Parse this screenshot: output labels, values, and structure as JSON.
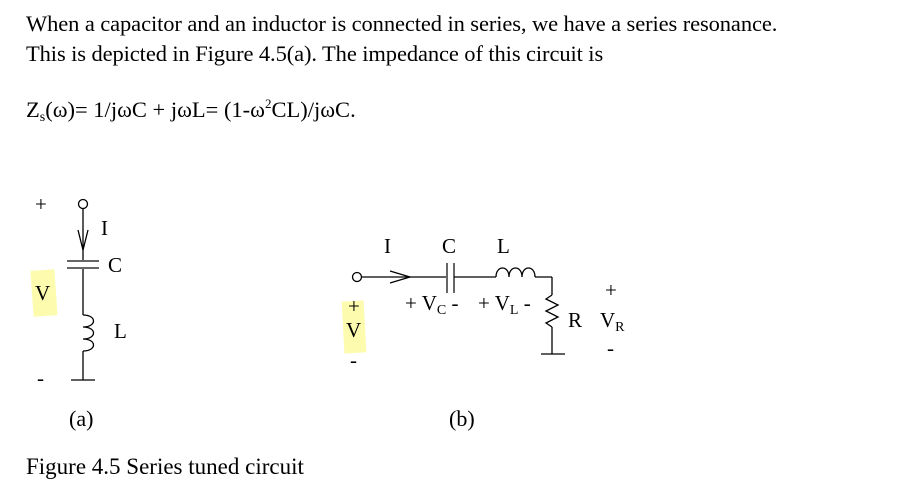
{
  "paragraph": {
    "line1": "When a capacitor and an inductor is connected in series, we have a series resonance.",
    "line2": "This is depicted in Figure 4.5(a). The impedance of this circuit is"
  },
  "formula": {
    "lhs_main": "Z",
    "lhs_sub": "s",
    "lhs_rest": "(ω)= 1/jωC + jωL= (1-ω",
    "exp": "2",
    "rhs_rest": "CL)/jωC."
  },
  "figure_a": {
    "plus": "+",
    "minus": "-",
    "voltage": "V",
    "current": "I",
    "capacitor": "C",
    "inductor": "L",
    "label": "(a)"
  },
  "figure_b": {
    "current": "I",
    "capacitor": "C",
    "inductor": "L",
    "src_plus": "+",
    "src_voltage": "V",
    "src_minus": "-",
    "vc_plus": "+ V",
    "vc_sub": "C",
    "vc_minus": " -",
    "vl_plus": "+ V",
    "vl_sub": "L",
    "vl_minus": " -",
    "resistor": "R",
    "vr_plus": "+",
    "vr_main": "V",
    "vr_sub": "R",
    "vr_minus": "-",
    "label": "(b)"
  },
  "caption": "Figure 4.5 Series tuned circuit",
  "colors": {
    "highlight": "#fdfca0",
    "wire": "#000000",
    "capacitor_plate": "#555555"
  }
}
